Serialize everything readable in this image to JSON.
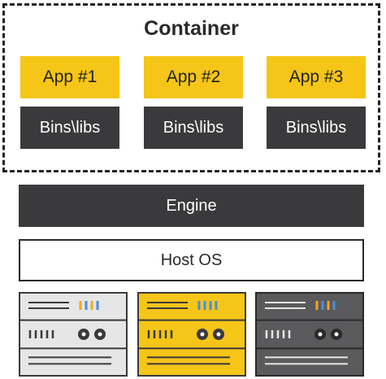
{
  "container": {
    "title": "Container",
    "apps": [
      {
        "app_label": "App #1",
        "bins_label": "Bins\\libs"
      },
      {
        "app_label": "App #2",
        "bins_label": "Bins\\libs"
      },
      {
        "app_label": "App #3",
        "bins_label": "Bins\\libs"
      }
    ]
  },
  "engine": {
    "label": "Engine"
  },
  "host_os": {
    "label": "Host OS"
  },
  "servers": [
    {
      "name": "server-light",
      "panel_color": "#e6e6e6",
      "border_color": "#3a3a3c",
      "slot_color": "#3a3a3c",
      "led_colors": [
        "#f5a623",
        "#4a90d9",
        "#f5a623",
        "#4a90d9"
      ]
    },
    {
      "name": "server-yellow",
      "panel_color": "#f5c518",
      "border_color": "#3a3a3c",
      "slot_color": "#3a3a3c",
      "led_colors": [
        "#4a90d9",
        "#4a90d9",
        "#4a90d9",
        "#4a90d9"
      ]
    },
    {
      "name": "server-dark",
      "panel_color": "#5a5a5c",
      "border_color": "#2a2a2a",
      "slot_color": "#e6e6e6",
      "led_colors": [
        "#f5a623",
        "#4a90d9",
        "#f5a623",
        "#4a90d9"
      ]
    }
  ],
  "colors": {
    "accent_yellow": "#f5c518",
    "dark_gray": "#3a3a3c",
    "outline": "#222222"
  }
}
